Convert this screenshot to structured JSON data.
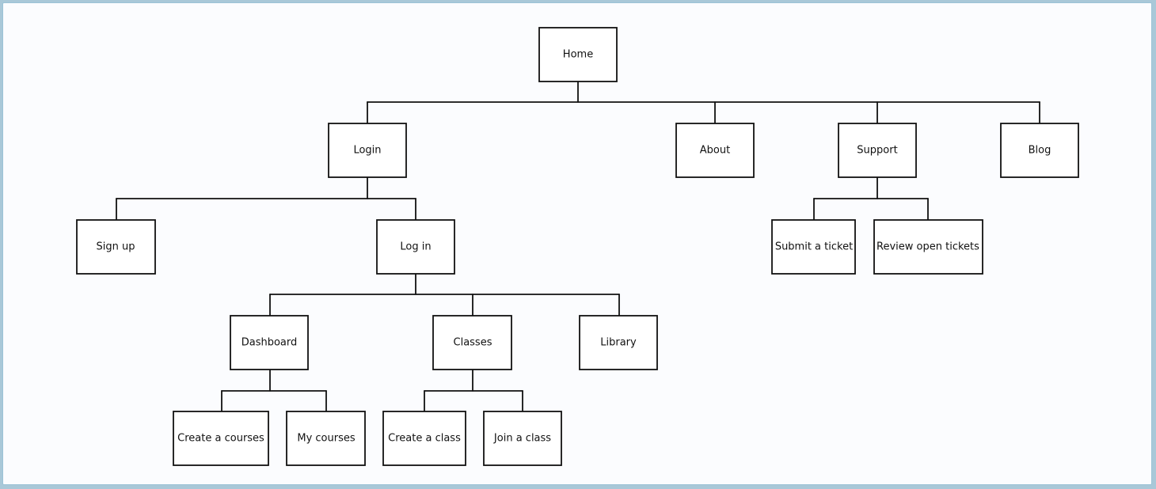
{
  "sitemap": {
    "nodes": {
      "home": "Home",
      "login": "Login",
      "about": "About",
      "support": "Support",
      "blog": "Blog",
      "sign_up": "Sign up",
      "log_in": "Log in",
      "submit_ticket": "Submit a ticket",
      "review_tickets": "Review open tickets",
      "dashboard": "Dashboard",
      "classes": "Classes",
      "library": "Library",
      "create_courses": "Create a courses",
      "my_courses": "My courses",
      "create_class": "Create a class",
      "join_class": "Join a class"
    }
  }
}
